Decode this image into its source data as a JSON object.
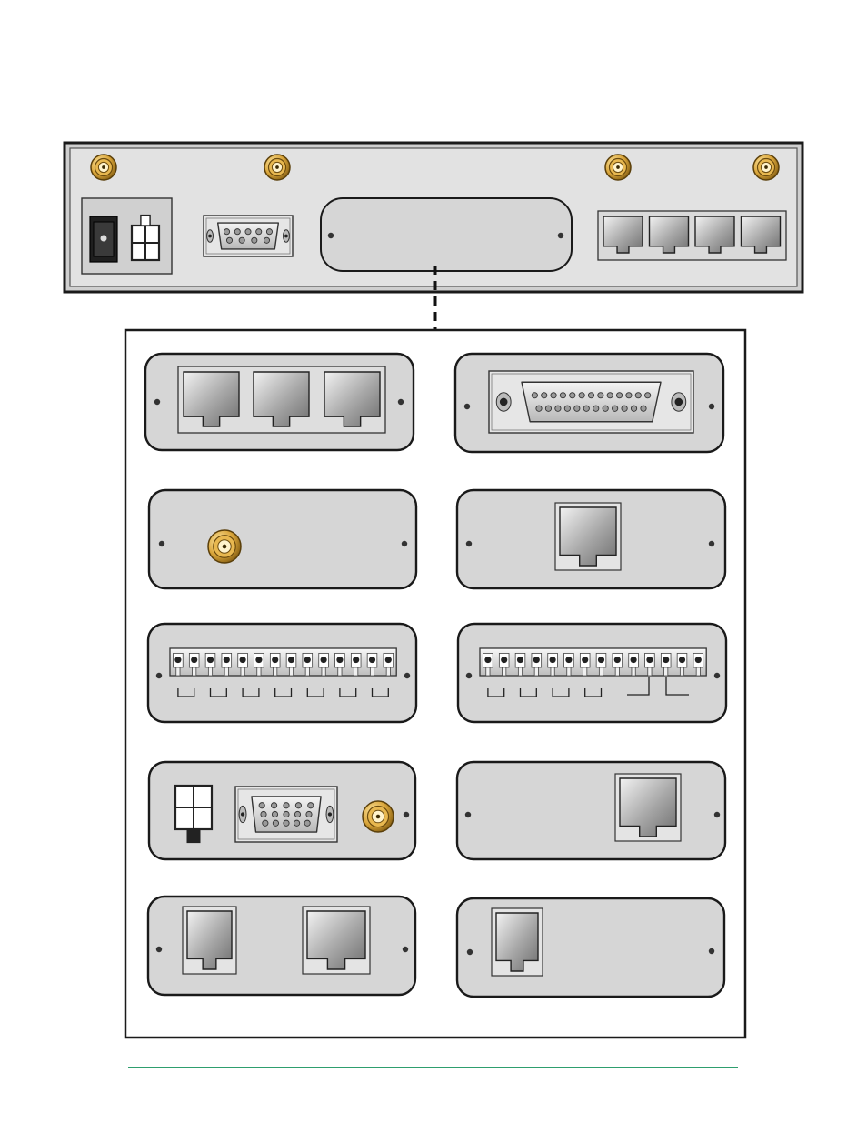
{
  "colors": {
    "chassis_fill": "#e2e2e2",
    "plate_fill": "#d6d6d6",
    "outline": "#1a1a1a",
    "sma_gold": "#d9a53a",
    "port_gray": "#a8a8a8",
    "footer_rule": "#2e9e6e"
  },
  "chassis": {
    "antennas": 4,
    "components": [
      "sma-connector",
      "sma-connector",
      "sma-connector",
      "sma-connector",
      "dc-power-jack",
      "power-connector-4pin",
      "db9-serial-port",
      "expansion-slot",
      "rj45-port-group"
    ],
    "rj45_ports": 4
  },
  "modules": [
    {
      "id": "three-rj45",
      "components": [
        "rj45-port",
        "rj45-port",
        "rj45-port"
      ]
    },
    {
      "id": "db25",
      "components": [
        "db25-port"
      ]
    },
    {
      "id": "sma",
      "components": [
        "sma-connector"
      ]
    },
    {
      "id": "single-rj45-center",
      "components": [
        "rj45-port"
      ]
    },
    {
      "id": "terminal-14-seven-groups",
      "terminals": 14,
      "brackets": "seven-pairs"
    },
    {
      "id": "terminal-14-mixed-groups",
      "terminals": 14,
      "brackets": "four-pairs-plus-two"
    },
    {
      "id": "power-vga-sma",
      "components": [
        "power-connector-4pin",
        "db15-vga-port",
        "sma-connector"
      ]
    },
    {
      "id": "single-rj45-right",
      "components": [
        "rj45-port"
      ]
    },
    {
      "id": "two-rj45",
      "components": [
        "rj45-port",
        "rj45-port"
      ]
    },
    {
      "id": "single-rj45-left",
      "components": [
        "rj45-port"
      ]
    }
  ]
}
